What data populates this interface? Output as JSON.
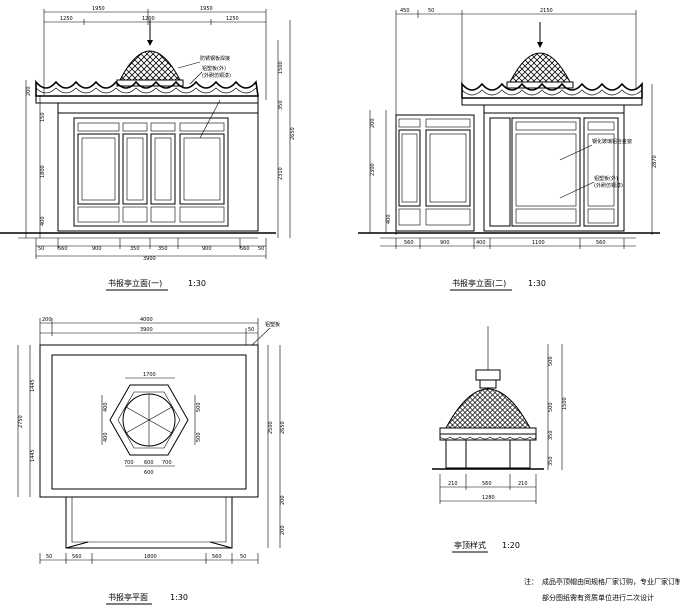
{
  "views": {
    "front": {
      "title": "书报亭立面(一)",
      "scale": "1:30",
      "top_dims": [
        "1950",
        "1950"
      ],
      "sub_dims": [
        "1250",
        "1200",
        "1250"
      ],
      "bottom_dims": [
        "560",
        "900",
        "350",
        "350",
        "900",
        "560"
      ],
      "bottom_total": "3900",
      "end_dims": [
        "50",
        "50"
      ],
      "right_dims": [
        "1500",
        "350",
        "2650",
        "2310"
      ],
      "left_dims": [
        "200",
        "150",
        "1800",
        "400"
      ],
      "callouts": [
        "防锈钢板焊接",
        "铝塑板(外)",
        "(外刷仿铜漆)"
      ]
    },
    "side": {
      "title": "书报亭立面(二)",
      "scale": "1:30",
      "top_dims": [
        "450",
        "50",
        "2150"
      ],
      "bottom_dims": [
        "560",
        "900",
        "400",
        "1100",
        "560"
      ],
      "left_dims": [
        "200",
        "2300",
        "400"
      ],
      "right_dims": [
        "2870"
      ],
      "callouts": [
        "钢化玻璃铝合金窗",
        "铝塑板(外)",
        "(外刷仿铜漆)"
      ]
    },
    "plan": {
      "title": "书报亭平面",
      "scale": "1:30",
      "top_dims": [
        "200",
        "4000",
        "3900",
        "50"
      ],
      "left_dims": [
        "1445",
        "2750",
        "1445"
      ],
      "right_dims": [
        "2500",
        "2650",
        "200",
        "200"
      ],
      "bottom_dims": [
        "50",
        "560",
        "1800",
        "560",
        "50"
      ],
      "hex_dims": [
        "1700",
        "700",
        "600",
        "700",
        "600",
        "500",
        "500",
        "400",
        "400"
      ],
      "callout": "铝塑板"
    },
    "detail": {
      "title": "亭顶样式",
      "scale": "1:20",
      "dims": [
        "210",
        "560",
        "210",
        "1280"
      ],
      "right_dims": [
        "500",
        "1500",
        "500",
        "350",
        "350"
      ]
    }
  },
  "note": {
    "label": "注：",
    "line1": "成品亭顶帽由同规格厂家订购，专业厂家订制",
    "line2": "部分图纸需有资质单位进行二次设计"
  }
}
